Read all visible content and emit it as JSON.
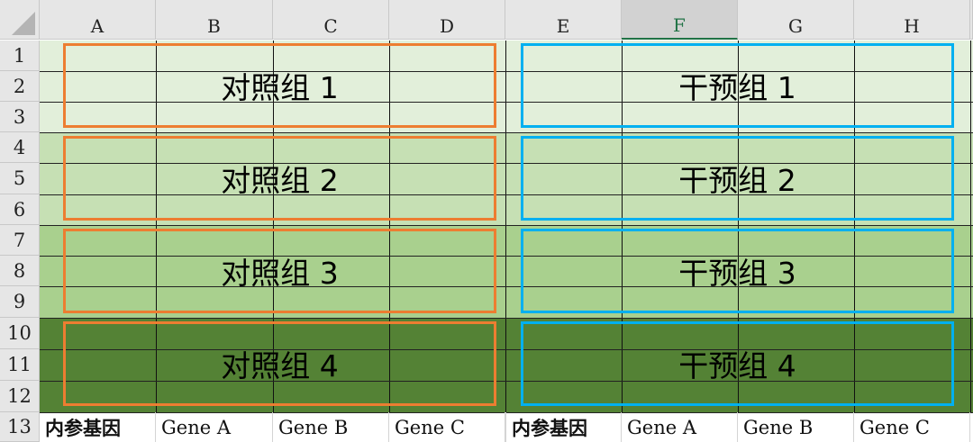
{
  "spreadsheet": {
    "columns": [
      "A",
      "B",
      "C",
      "D",
      "E",
      "F",
      "G",
      "H"
    ],
    "selected_column": "F",
    "rows": [
      "1",
      "2",
      "3",
      "4",
      "5",
      "6",
      "7",
      "8",
      "9",
      "10",
      "11",
      "12",
      "13"
    ],
    "row_bands": [
      {
        "rows": "1-3",
        "color": "#e2efda"
      },
      {
        "rows": "4-6",
        "color": "#c6e0b4"
      },
      {
        "rows": "7-9",
        "color": "#a9d08e"
      },
      {
        "rows": "10-12",
        "color": "#548235"
      }
    ],
    "control_groups": {
      "border_color": "#ed7d31",
      "labels": [
        "对照组 1",
        "对照组 2",
        "对照组 3",
        "对照组 4"
      ]
    },
    "intervention_groups": {
      "border_color": "#00b0f0",
      "labels": [
        "干预组 1",
        "干预组 2",
        "干预组 3",
        "干预组 4"
      ]
    },
    "row13": [
      "内参基因",
      "Gene A",
      "Gene B",
      "Gene C",
      "内参基因",
      "Gene A",
      "Gene B",
      "Gene C"
    ]
  }
}
